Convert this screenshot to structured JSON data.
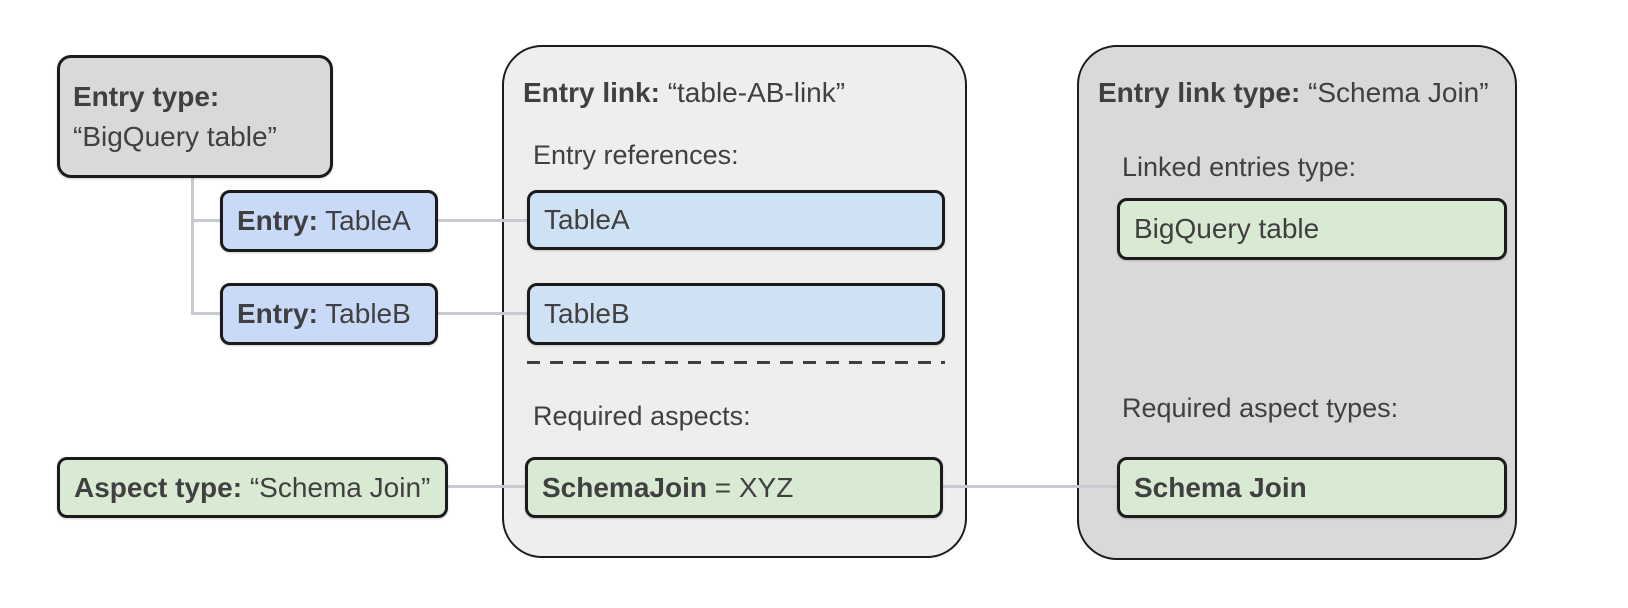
{
  "entry_type": {
    "label": "Entry type:",
    "value": "“BigQuery table”"
  },
  "entries": [
    {
      "label": "Entry:",
      "value": " TableA"
    },
    {
      "label": "Entry:",
      "value": " TableB"
    }
  ],
  "aspect_type": {
    "label": "Aspect type:",
    "value": " “Schema Join”"
  },
  "entry_link": {
    "title_label": "Entry link:",
    "title_value": " “table-AB-link”",
    "references_label": "Entry references:",
    "references": [
      "TableA",
      "TableB"
    ],
    "aspects_label": "Required aspects:",
    "aspect_name": "SchemaJoin",
    "aspect_value": " = XYZ"
  },
  "entry_link_type": {
    "title_label": "Entry link type:",
    "title_value": " “Schema Join”",
    "linked_entries_label": "Linked entries type:",
    "linked_entries_value": "BigQuery table",
    "required_aspects_label": "Required aspect types:",
    "required_aspects_value": "Schema Join"
  },
  "colors": {
    "entry_type_fill": "#d9d9d9",
    "entry_fill_left": "#c9daf8",
    "entry_fill_panel": "#cfe2f3",
    "aspect_fill": "#d9ead3",
    "entry_link_panel_fill": "#eeeeee",
    "entry_link_type_panel_fill": "#d9d9d9",
    "box_border": "#1b1b1b",
    "connector": "#c7cbd0",
    "text": "#404040"
  }
}
